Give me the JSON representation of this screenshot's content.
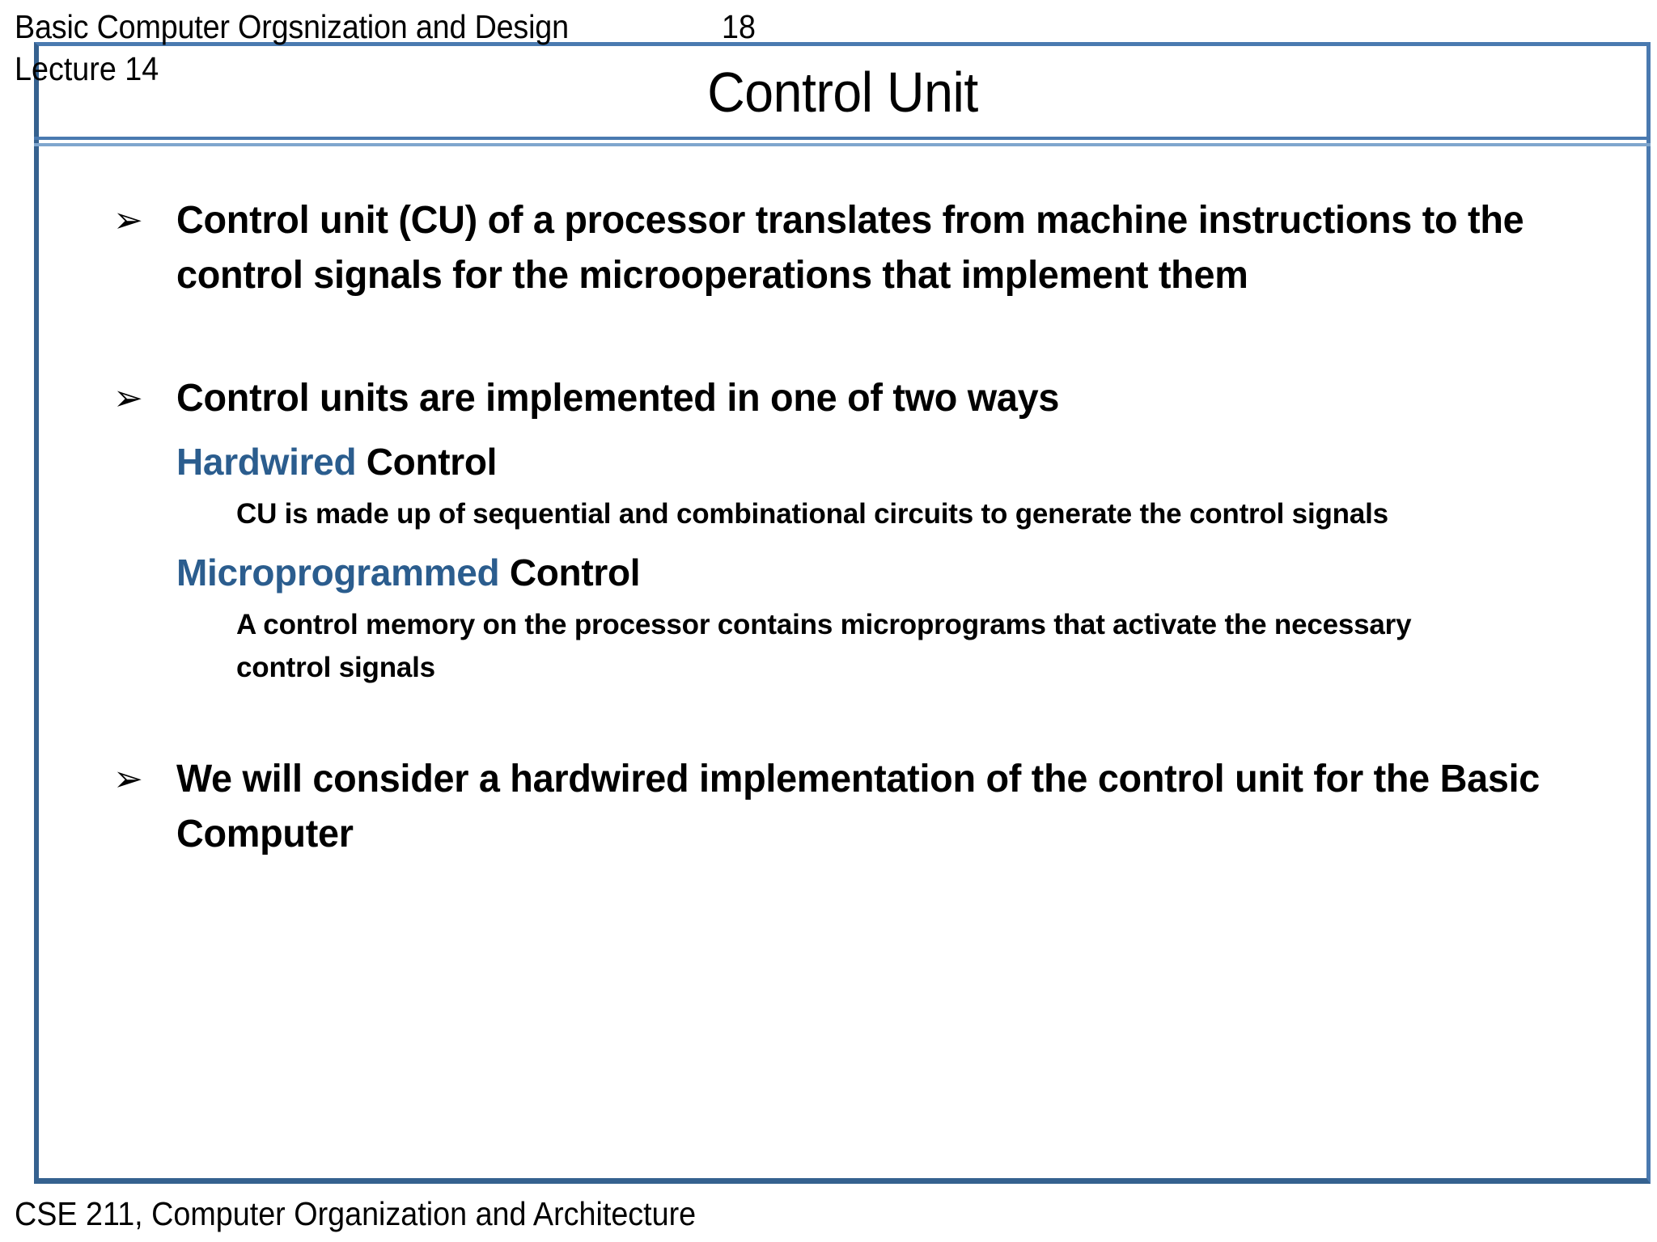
{
  "header": {
    "course_line": "Basic Computer Orgsnization and Design",
    "slide_number": "18",
    "lecture_label": "Lecture 14"
  },
  "slide": {
    "title": "Control Unit",
    "bullet_marker": "arrowhead-bullet-glyph",
    "bullets": [
      {
        "level": 1,
        "marker": "➢",
        "text": "Control unit (CU) of a processor translates from machine instructions to the control signals for the microoperations that implement them"
      },
      {
        "level": 1,
        "marker": "➢",
        "text": "Control units are implemented in one of two ways"
      },
      {
        "level": 2,
        "accent_text": "Hardwired",
        "plain_text": " Control"
      },
      {
        "level": 3,
        "text": "CU is made up of sequential and combinational circuits to generate the control signals"
      },
      {
        "level": 2,
        "accent_text": "Microprogrammed",
        "plain_text": " Control"
      },
      {
        "level": 3,
        "text": "A control memory on the processor contains microprograms that activate the necessary control signals"
      },
      {
        "level": 1,
        "marker": "➢",
        "text": "We will consider a hardwired implementation of the control unit for the Basic Computer"
      }
    ]
  },
  "footer": {
    "text": "CSE 211, Computer Organization and Architecture"
  },
  "colors": {
    "accent_blue": "#2B5D8E",
    "frame_dark": "#35618F",
    "frame_light": "#4A7AB0",
    "rule_pale": "#7FA6CE",
    "text": "#000000",
    "background": "#FFFFFF"
  }
}
